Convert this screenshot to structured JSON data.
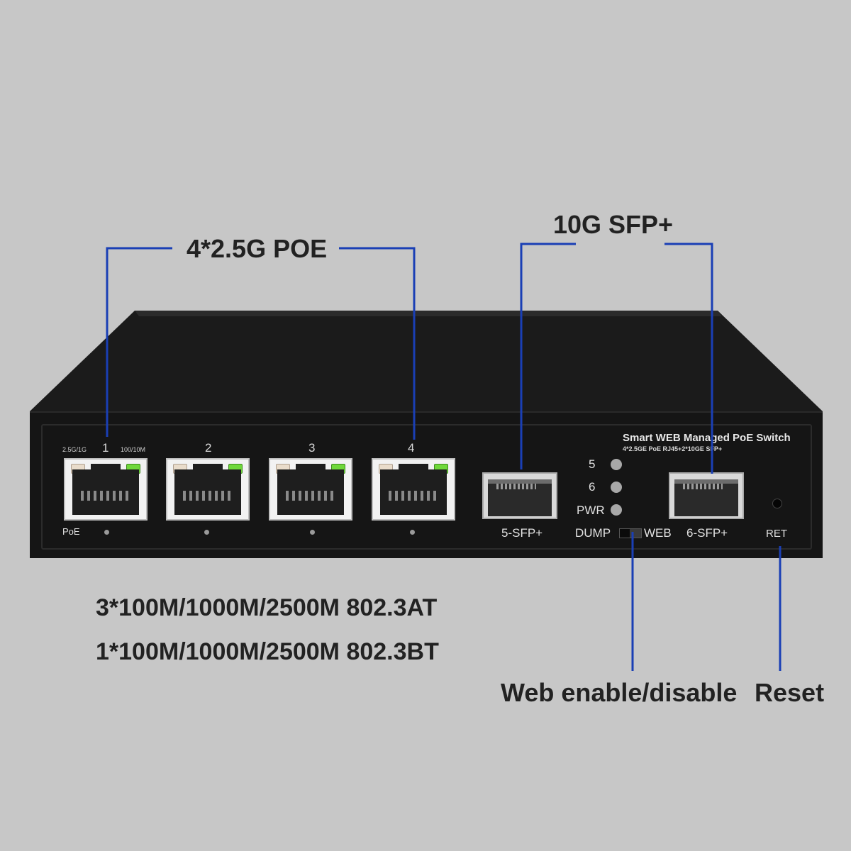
{
  "callouts": {
    "poe": "4*2.5G POE",
    "sfp": "10G SFP+",
    "web": "Web enable/disable",
    "reset": "Reset"
  },
  "specs": [
    "3*100M/1000M/2500M 802.3AT",
    "1*100M/1000M/2500M 802.3BT"
  ],
  "panel": {
    "speed_left": "2.5G/1G",
    "speed_right": "100/10M",
    "poe_label": "PoE",
    "ports": [
      "1",
      "2",
      "3",
      "4"
    ],
    "sfp_ports": [
      "5-SFP+",
      "6-SFP+"
    ],
    "leds": [
      "5",
      "6",
      "PWR"
    ],
    "switch_left": "DUMP",
    "switch_right": "WEB",
    "reset_label": "RET",
    "brand_title": "Smart WEB Managed PoE Switch",
    "brand_subtitle": "4*2.5GE PoE RJ45+2*10GE SFP+"
  },
  "colors": {
    "background": "#c7c7c7",
    "chassis": "#151515",
    "leader": "#1a3fb5",
    "led_green": "#6fd83a"
  }
}
